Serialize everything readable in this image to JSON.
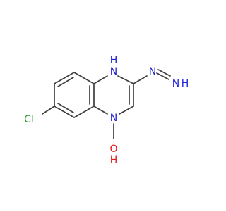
{
  "molecule": {
    "atoms": {
      "n1": {
        "symbol": "N",
        "h": "H"
      },
      "n4": {
        "symbol": "N"
      },
      "oh": {
        "symbol": "O",
        "h": "H"
      },
      "cl": {
        "symbol": "Cl"
      },
      "nd": {
        "symbol": "N"
      },
      "nh": {
        "symbol": "N",
        "h": "H"
      }
    },
    "colors": {
      "bond": "#3d3d3d",
      "nitrogen": "#1f1fd4",
      "oxygen": "#e11a1a",
      "chlorine": "#2ea02e"
    }
  }
}
